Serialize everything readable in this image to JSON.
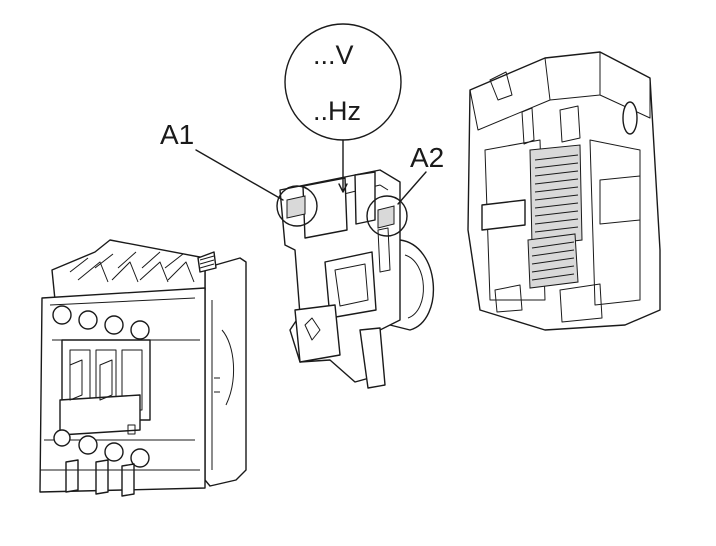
{
  "callouts": {
    "voltage": "...V",
    "frequency": "..Hz",
    "terminal_a1": "A1",
    "terminal_a2": "A2"
  },
  "colors": {
    "line": "#1a1a1a",
    "background": "#ffffff",
    "shade": "#d9d9d9"
  }
}
